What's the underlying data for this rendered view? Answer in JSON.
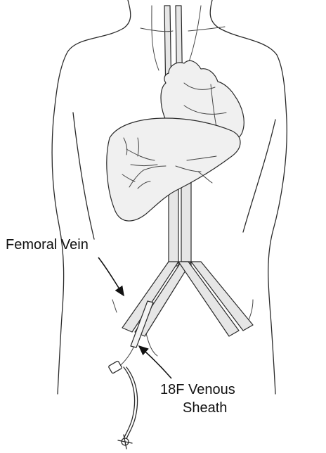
{
  "labels": {
    "femoral_vein": "Femoral Vein",
    "sheath_line1": "18F Venous",
    "sheath_line2": "Sheath"
  }
}
